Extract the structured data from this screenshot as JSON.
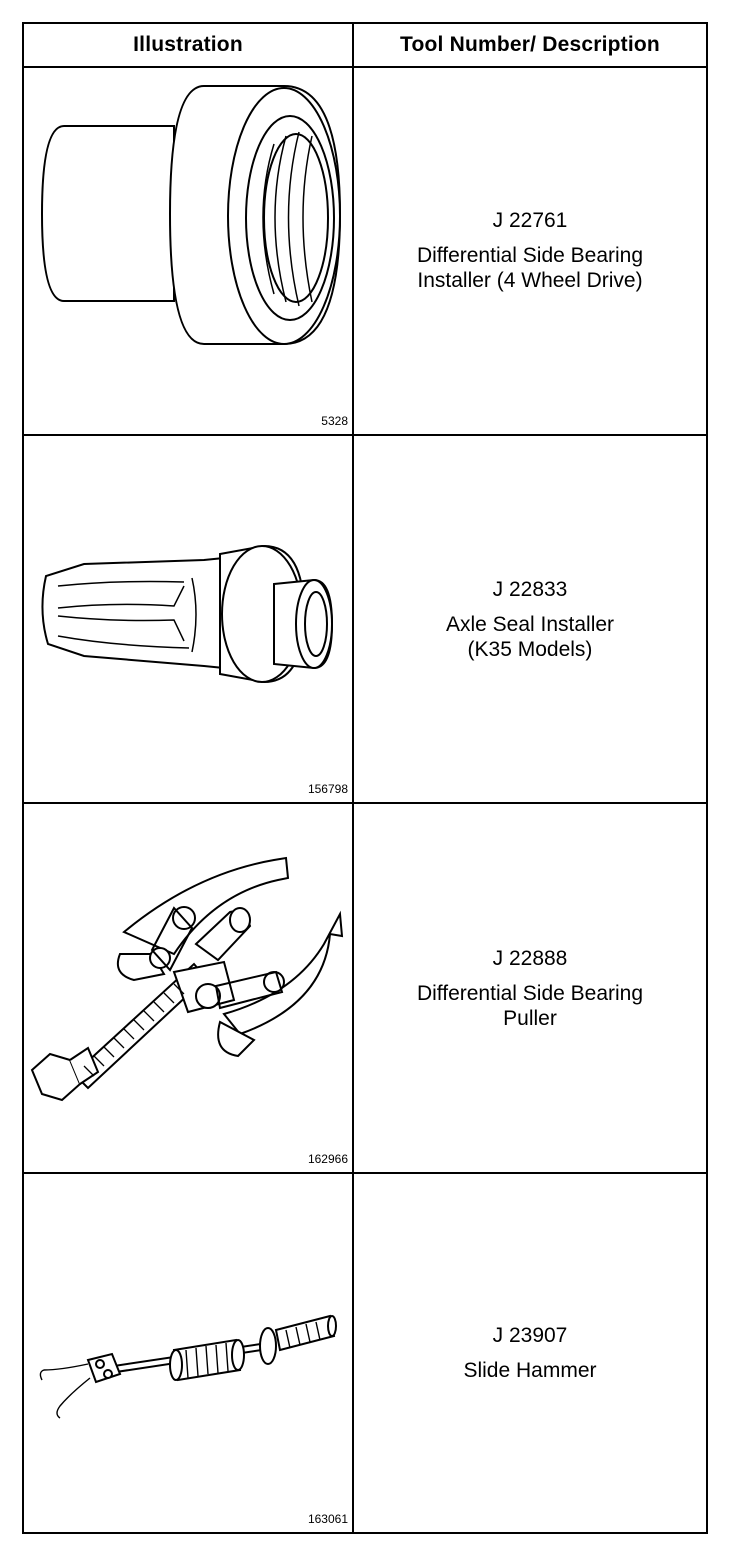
{
  "table": {
    "headers": {
      "illustration": "Illustration",
      "description": "Tool Number/ Description"
    },
    "rows": [
      {
        "figure_number": "5328",
        "tool_number": "J 22761",
        "description": "Differential Side Bearing\nInstaller (4 Wheel Drive)",
        "icon": "bearing-installer-icon"
      },
      {
        "figure_number": "156798",
        "tool_number": "J 22833",
        "description": "Axle Seal Installer\n(K35 Models)",
        "icon": "seal-installer-icon"
      },
      {
        "figure_number": "162966",
        "tool_number": "J 22888",
        "description": "Differential Side Bearing\nPuller",
        "icon": "bearing-puller-icon"
      },
      {
        "figure_number": "163061",
        "tool_number": "J 23907",
        "description": "Slide Hammer",
        "icon": "slide-hammer-icon"
      }
    ]
  }
}
